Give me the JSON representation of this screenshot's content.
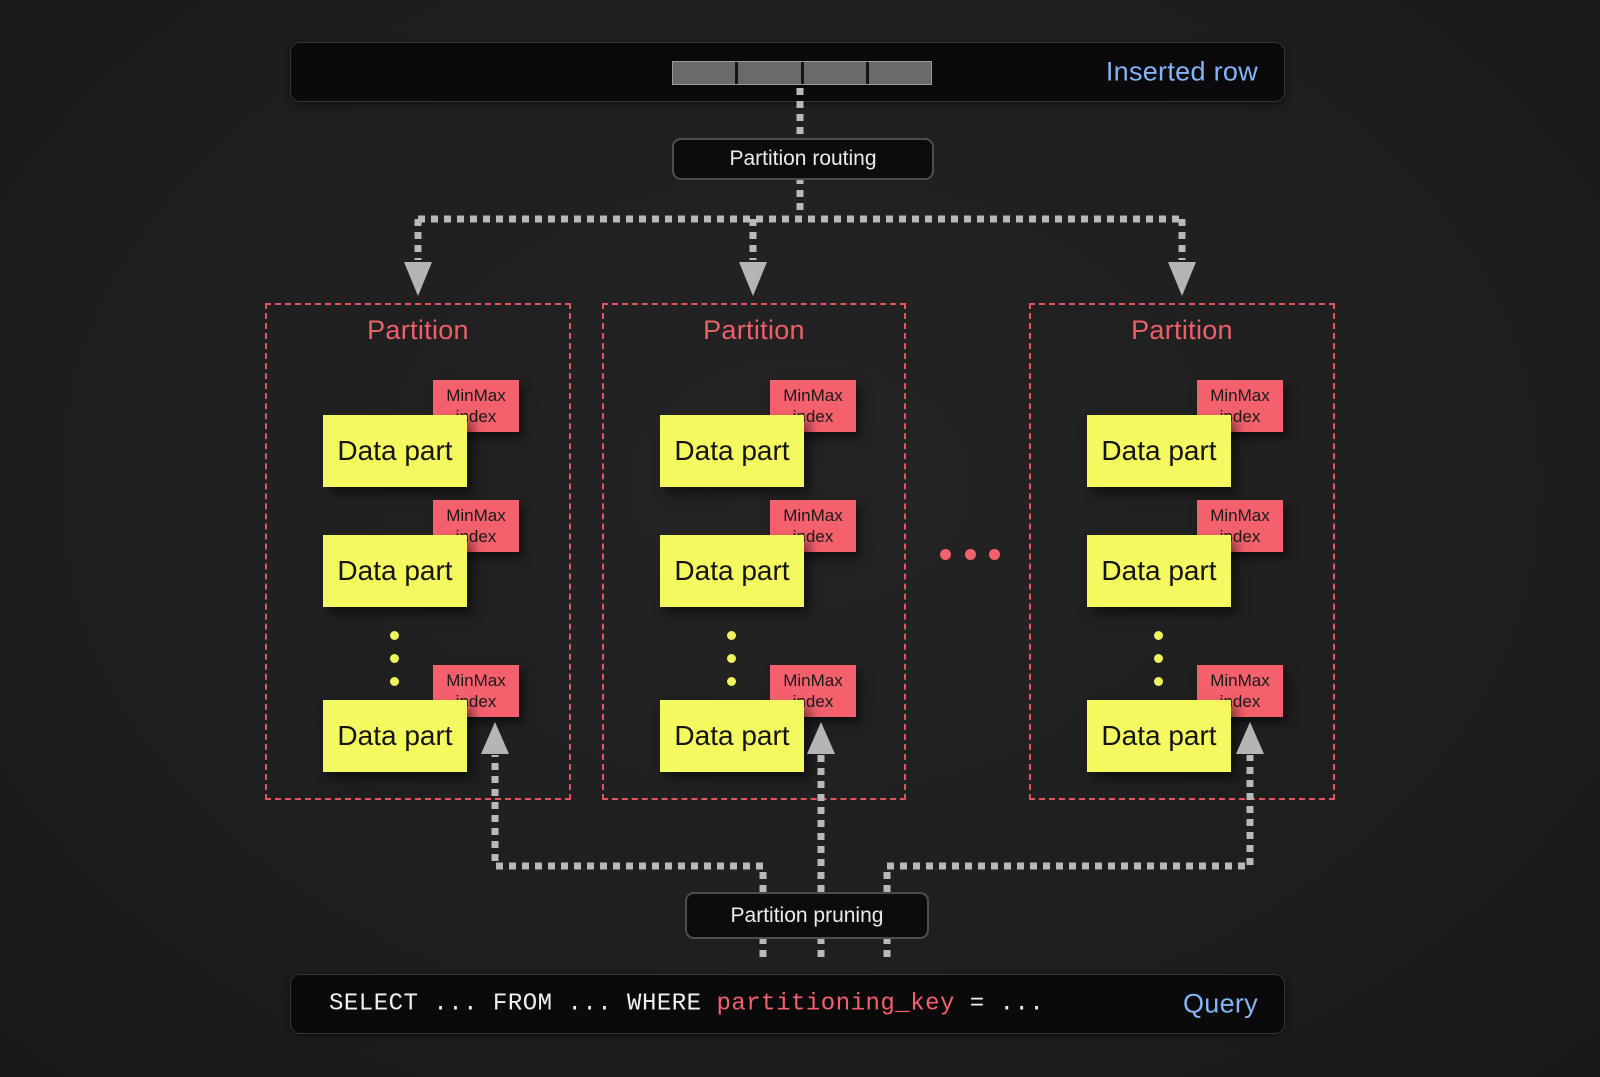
{
  "colors": {
    "background": "#1f1f1f",
    "bar_background": "#0a0a0a",
    "accent_blue": "#84b3f7",
    "accent_red": "#f4606c",
    "partition_border_red": "#e4555f",
    "data_part_yellow": "#f5f960",
    "connector_gray": "#b9b9b9",
    "row_cell_gray": "#6a6a6a"
  },
  "inserted_row_bar": {
    "label": "Inserted row",
    "cell_count": 4
  },
  "flow_labels": {
    "routing": "Partition routing",
    "pruning": "Partition pruning"
  },
  "partitions": [
    {
      "title": "Partition",
      "parts": [
        {
          "name": "Data part",
          "index": "MinMax index"
        },
        {
          "name": "Data part",
          "index": "MinMax index"
        },
        {
          "name": "Data part",
          "index": "MinMax index"
        }
      ]
    },
    {
      "title": "Partition",
      "parts": [
        {
          "name": "Data part",
          "index": "MinMax index"
        },
        {
          "name": "Data part",
          "index": "MinMax index"
        },
        {
          "name": "Data part",
          "index": "MinMax index"
        }
      ]
    },
    {
      "title": "Partition",
      "parts": [
        {
          "name": "Data part",
          "index": "MinMax index"
        },
        {
          "name": "Data part",
          "index": "MinMax index"
        },
        {
          "name": "Data part",
          "index": "MinMax index"
        }
      ]
    }
  ],
  "more_partitions_ellipsis": "...",
  "query_bar": {
    "sql_prefix": "SELECT ... FROM ... WHERE ",
    "sql_key": "partitioning_key",
    "sql_suffix": " = ...",
    "label": "Query"
  }
}
